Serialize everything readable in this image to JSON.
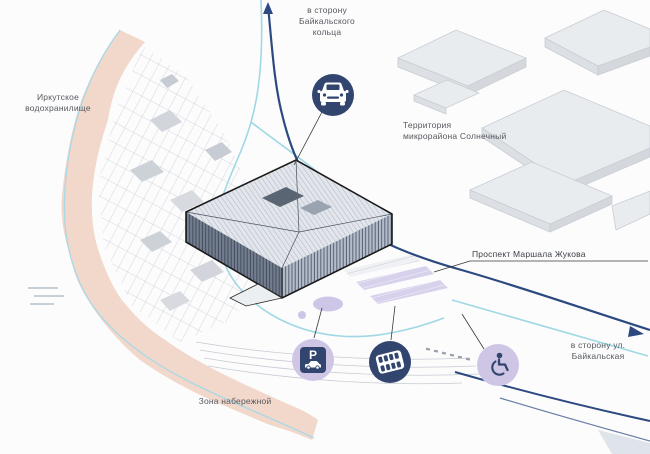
{
  "diagram": {
    "type": "isometric-site-plan",
    "labels": {
      "toward_baikal_ring": "в сторону Байкальского кольца",
      "reservoir": "Иркутское водохранилище",
      "solnechny_area": "Территория микрорайона Солнечный",
      "zhukov_avenue": "Проспект Маршала Жукова",
      "toward_baikalskaya": "в сторону ул. Байкальская",
      "embankment_zone": "Зона набережной"
    },
    "callouts": [
      {
        "icon": "car-access-icon",
        "style": "dark-badge"
      },
      {
        "icon": "parking-garage-icon",
        "style": "light-badge",
        "letter": "P"
      },
      {
        "icon": "parking-layout-icon",
        "style": "dark-badge"
      },
      {
        "icon": "accessible-parking-icon",
        "style": "light-badge"
      }
    ],
    "colors": {
      "road": "#2c4a80",
      "route": "#9fd8e4",
      "shore": "#f2d7cb",
      "waterline": "#a8d9e6",
      "navy_badge": "#31456f",
      "lavender_badge": "#cfc6e6",
      "lavender_area": "#d8d1ec",
      "building_fill": "#e9ecef"
    }
  }
}
